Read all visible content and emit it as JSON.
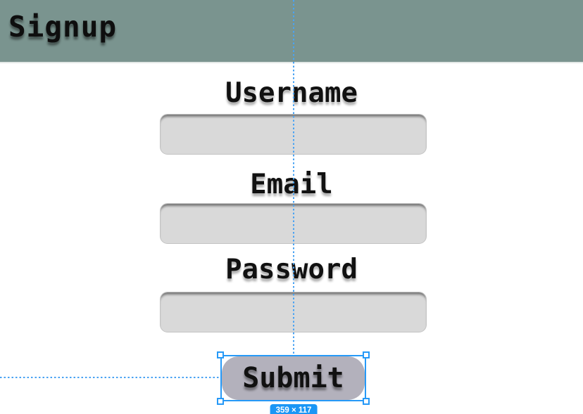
{
  "header": {
    "title": "Signup"
  },
  "form": {
    "fields": [
      {
        "label": "Username",
        "value": ""
      },
      {
        "label": "Email",
        "value": ""
      },
      {
        "label": "Password",
        "value": ""
      }
    ],
    "submit_label": "Submit"
  },
  "editor": {
    "size_badge": "359 × 117",
    "colors": {
      "header_bg": "#7a948f",
      "input_bg": "#d9d9d9",
      "button_bg": "#b3b1bc",
      "accent": "#2699f7",
      "guide": "#4aa3f3",
      "badge_bg": "#1a96f5"
    }
  }
}
